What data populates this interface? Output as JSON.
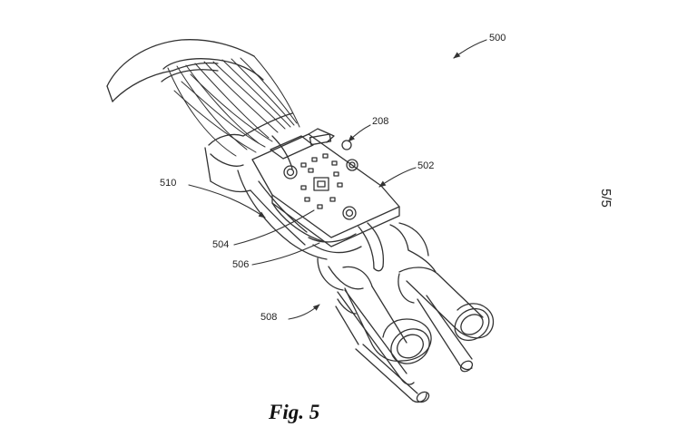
{
  "figure": {
    "caption": "Fig. 5",
    "page_number": "5/5",
    "reference_labels": {
      "assembly": "500",
      "circuit_board": "208",
      "board_surface": "502",
      "sleeve": "510",
      "lower_layer": "504",
      "strap": "506",
      "connector_end": "508"
    }
  }
}
